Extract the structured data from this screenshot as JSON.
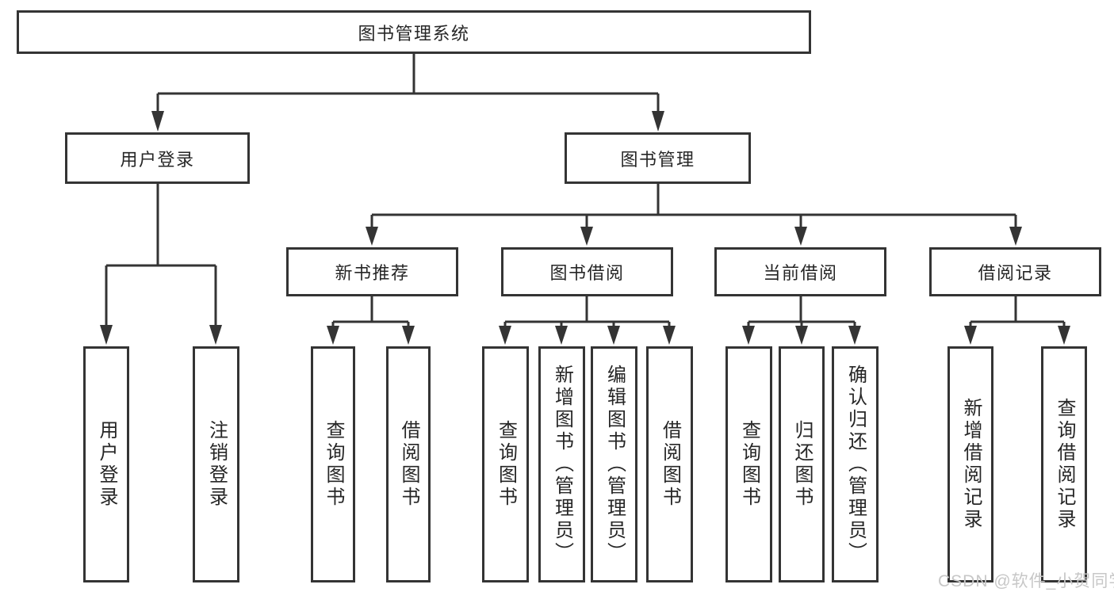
{
  "diagram_type": "hierarchy-tree",
  "tree": {
    "root": {
      "label": "图书管理系统",
      "children": [
        {
          "label": "用户登录",
          "children": [
            {
              "label": "用户登录"
            },
            {
              "label": "注销登录"
            }
          ]
        },
        {
          "label": "图书管理",
          "children": [
            {
              "label": "新书推荐",
              "children": [
                {
                  "label": "查询图书"
                },
                {
                  "label": "借阅图书"
                }
              ]
            },
            {
              "label": "图书借阅",
              "children": [
                {
                  "label": "查询图书"
                },
                {
                  "label": "新增图书（管理员）"
                },
                {
                  "label": "编辑图书（管理员）"
                },
                {
                  "label": "借阅图书"
                }
              ]
            },
            {
              "label": "当前借阅",
              "children": [
                {
                  "label": "查询图书"
                },
                {
                  "label": "归还图书"
                },
                {
                  "label": "确认归还（管理员）"
                }
              ]
            },
            {
              "label": "借阅记录",
              "children": [
                {
                  "label": "新增借阅记录"
                },
                {
                  "label": "查询借阅记录"
                }
              ]
            }
          ]
        }
      ]
    }
  },
  "watermark": {
    "text": "CSDN @软件_小贺同学"
  },
  "colors": {
    "line": "#343434",
    "box_border": "#343434",
    "text": "#262626",
    "watermark": "#c7c7c7",
    "background": "#ffffff"
  }
}
